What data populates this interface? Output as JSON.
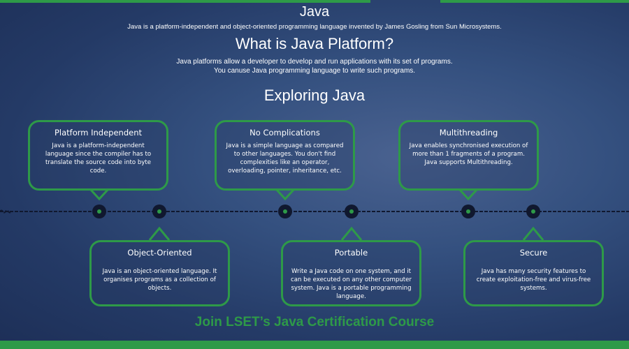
{
  "header": {
    "title": "Java",
    "intro": "Java is a platform-independent and object-oriented programming language invented by James Gosling from Sun Microsystems.",
    "platform_title": "What is Java Platform?",
    "platform_line1": "Java platforms allow a developer to develop and run applications with its set of programs.",
    "platform_line2": "You canuse Java programming language to write such programs.",
    "exploring_title": "Exploring Java"
  },
  "features": [
    {
      "title": "Platform Independent",
      "text": "Java is a platform-independent language since the compiler has to translate the source code into byte code."
    },
    {
      "title": "No Complications",
      "text": "Java is a simple language as compared to other languages. You don't find complexities like an operator, overloading, pointer, inheritance, etc."
    },
    {
      "title": "Multithreading",
      "text": "Java enables synchronised execution of more than 1 fragments of a program. Java supports Multithreading."
    },
    {
      "title": "Object-Oriented",
      "text": "Java is an object-oriented language. It organises programs as a collection of objects."
    },
    {
      "title": "Portable",
      "text": "Write a Java code on one system, and it can be executed on any other computer system. Java is a portable programming language."
    },
    {
      "title": "Secure",
      "text": "Java has many security features to create exploitation-free and virus-free systems."
    }
  ],
  "cta": "Join LSET’s Java Certification Course",
  "colors": {
    "accent": "#2e9a48",
    "background": "#243a66"
  }
}
